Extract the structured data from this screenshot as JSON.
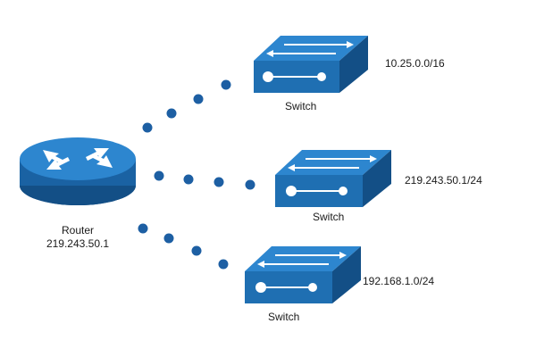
{
  "router": {
    "label": "Router",
    "ip": "219.243.50.1"
  },
  "switches": [
    {
      "label": "Switch",
      "subnet": "10.25.0.0/16"
    },
    {
      "label": "Switch",
      "subnet": "219.243.50.1/24"
    },
    {
      "label": "Switch",
      "subnet": "192.168.1.0/24"
    }
  ],
  "colors": {
    "device_fill": "#1f6fb2",
    "device_dark": "#134f86",
    "device_top": "#2d86cf",
    "link_dot": "#1d5fa3",
    "icon": "#ffffff"
  },
  "icons": {
    "router": "router-icon",
    "switch": "network-switch-icon"
  }
}
